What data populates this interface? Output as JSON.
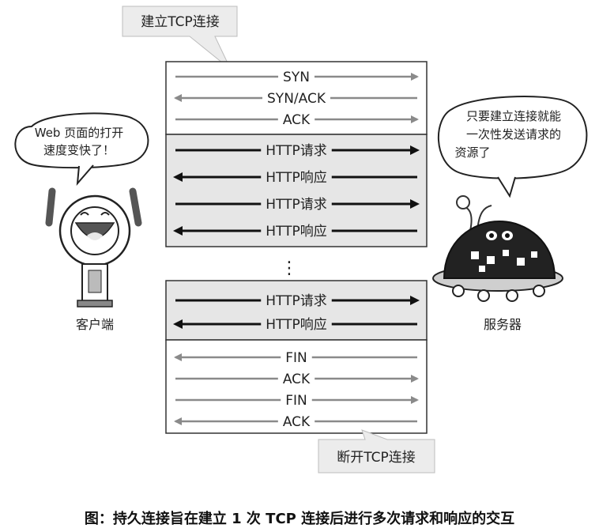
{
  "callout_open": "建立TCP连接",
  "callout_close": "断开TCP连接",
  "client_label": "客户端",
  "server_label": "服务器",
  "client_bubble": [
    "Web 页面的打开",
    "速度变快了！"
  ],
  "server_bubble": [
    "只要建立连接就能",
    "一次性发送请求的",
    "资源了"
  ],
  "ellipsis": "⋮",
  "caption": "图：持久连接旨在建立 1 次 TCP 连接后进行多次请求和响应的交互",
  "colors": {
    "light_arrow": "#8a8a8a",
    "dark_arrow": "#111111",
    "panel_fill": "#e6e6e6",
    "callout_fill": "#ececec"
  },
  "messages": {
    "handshake": [
      {
        "label": "SYN",
        "direction": "right"
      },
      {
        "label": "SYN/ACK",
        "direction": "left"
      },
      {
        "label": "ACK",
        "direction": "right"
      }
    ],
    "requests_1": [
      {
        "label": "HTTP请求",
        "direction": "right"
      },
      {
        "label": "HTTP响应",
        "direction": "left"
      },
      {
        "label": "HTTP请求",
        "direction": "right"
      },
      {
        "label": "HTTP响应",
        "direction": "left"
      }
    ],
    "requests_2": [
      {
        "label": "HTTP请求",
        "direction": "right"
      },
      {
        "label": "HTTP响应",
        "direction": "left"
      }
    ],
    "teardown": [
      {
        "label": "FIN",
        "direction": "left"
      },
      {
        "label": "ACK",
        "direction": "right"
      },
      {
        "label": "FIN",
        "direction": "right"
      },
      {
        "label": "ACK",
        "direction": "left"
      }
    ]
  }
}
